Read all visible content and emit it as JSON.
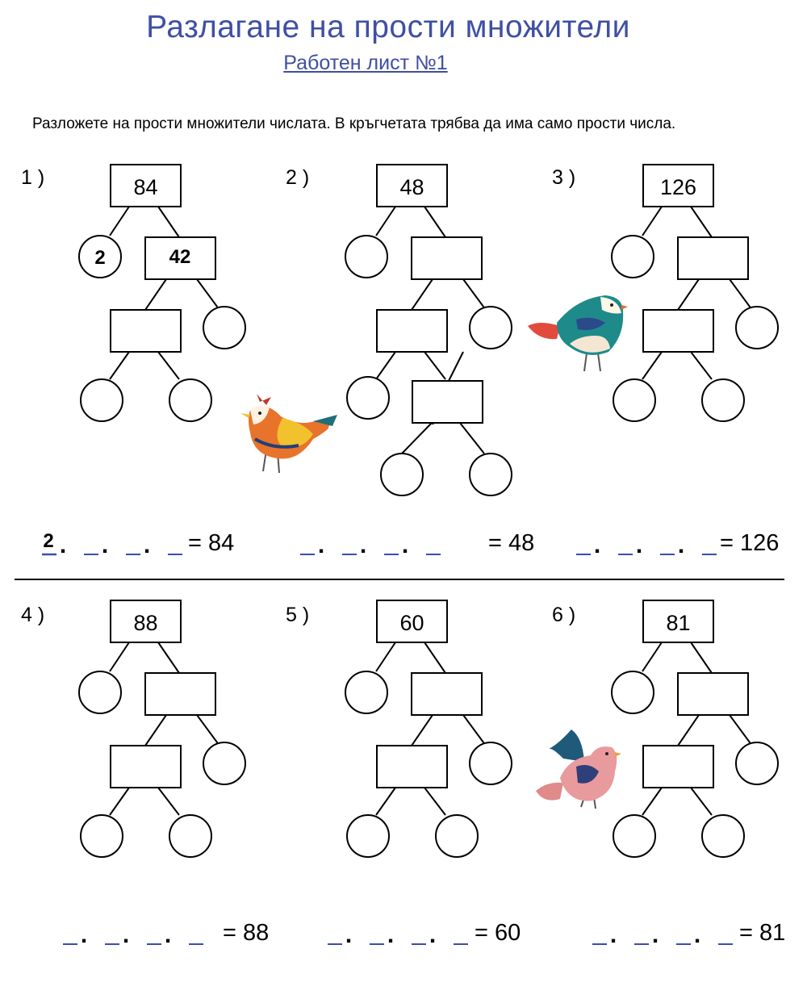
{
  "header": {
    "title": "Разлагане на прости множители",
    "subtitle": "Работен лист №1",
    "instruction": "Разложете на прости множители числата. В кръгчетата трябва да има само прости числа."
  },
  "problems": [
    {
      "label": "1 )",
      "number": "84",
      "filled_circle": "2",
      "filled_box": "42",
      "equation": "= 84",
      "first_answer": "2"
    },
    {
      "label": "2 )",
      "number": "48",
      "equation": "= 48"
    },
    {
      "label": "3 )",
      "number": "126",
      "equation": "= 126"
    },
    {
      "label": "4 )",
      "number": "88",
      "equation": "= 88"
    },
    {
      "label": "5 )",
      "number": "60",
      "equation": "= 60"
    },
    {
      "label": "6 )",
      "number": "81",
      "equation": "= 81"
    }
  ],
  "separator_dot": ".",
  "colors": {
    "title": "#3f4fa3",
    "blank": "#3b4bb5",
    "line": "#000000"
  },
  "icons": [
    "bird-1-icon",
    "bird-2-icon",
    "bird-3-icon"
  ]
}
